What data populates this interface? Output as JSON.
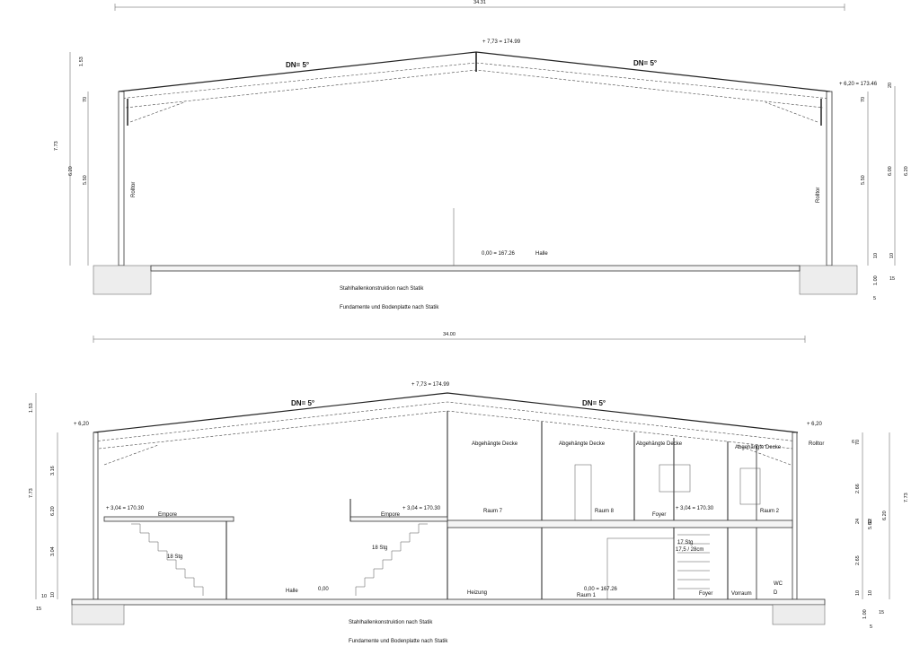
{
  "section1": {
    "top_dim": "34.31",
    "ridge_level": "+ 7,73 = 174.99",
    "eave_level": "+ 6,20 = 173.46",
    "floor_level": "0,00 = 167.26",
    "roof_left": "DN= 5°",
    "roof_right": "DN= 5°",
    "hall": "Halle",
    "door_left": "Rolltor",
    "door_right": "Rolltor",
    "note1": "Stahlhallenkonstruktion nach Statik",
    "note2": "Fundamente und Bodenplatte nach Statik",
    "left_dims": [
      "1.53",
      "7.73",
      "6.20",
      "5.50",
      "70"
    ],
    "right_dims": [
      "20",
      "70",
      "5.50",
      "6.00",
      "6.20",
      "10",
      "10",
      "1.00",
      "15",
      "5"
    ]
  },
  "section2": {
    "top_dim": "34.00",
    "ridge_level": "+ 7,73 = 174.99",
    "left_top_level": "+ 6,20",
    "right_top_level": "+ 6,20",
    "upper_level_left": "+ 3,04 = 170.30",
    "upper_level_mid": "+ 3,04 = 170.30",
    "upper_level_right": "+ 3,04 = 170.30",
    "floor_level": "0,00 = 167.26",
    "floor_level_hall": "0,00",
    "roof_left": "DN= 5°",
    "roof_right": "DN= 5°",
    "ceilings": [
      "Abgehängte Decke",
      "Abgehängte Decke",
      "Abgehängte Decke",
      "Abgehängte Decke"
    ],
    "rooms": {
      "empore1": "Empore",
      "empore2": "Empore",
      "raum7": "Raum 7",
      "raum8": "Raum 8",
      "foyer_upper": "Foyer",
      "raum2": "Raum 2",
      "halle": "Halle",
      "heizung": "Heizung",
      "raum1": "Raum 1",
      "foyer_lower": "Foyer",
      "vorraum": "Vorraum",
      "wc": "WC",
      "wc_d": "D"
    },
    "stairs1": "18 Stg",
    "stairs2": "18 Stg",
    "stairs3": "17 Stg",
    "stairs3b": "17,5 / 28cm",
    "rolltor_short": "Rolltor",
    "note1": "Stahlhallenkonstruktion nach Statik",
    "note2": "Fundamente und Bodenplatte nach Statik",
    "left_dims": [
      "1.53",
      "7.73",
      "6.20",
      "3.16",
      "3.04",
      "10",
      "15",
      "10"
    ],
    "right_dims": [
      "6",
      "70",
      "2.66",
      "24",
      "12",
      "2.65",
      "10",
      "10",
      "5.60",
      "6.20",
      "7.73",
      "1.00",
      "15",
      "5"
    ]
  }
}
